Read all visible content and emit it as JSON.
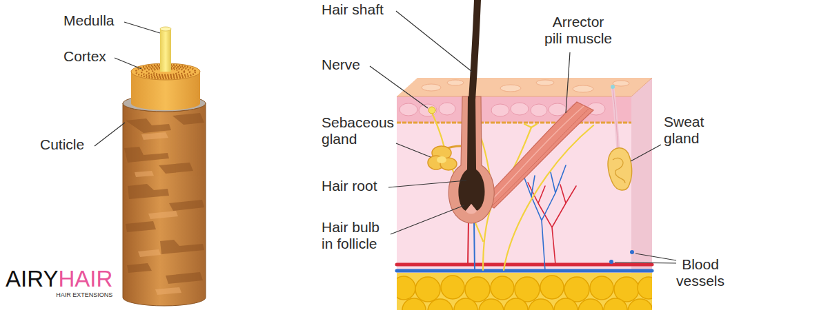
{
  "diagram": {
    "labels": [
      "Medulla",
      "Cortex",
      "Cuticle",
      "Hair shaft",
      "Nerve",
      "Sebaceous gland",
      "Hair root",
      "Hair bulb in follicle",
      "Arrector pili muscle",
      "Sweat gland",
      "Blood vessels",
      "AIRY",
      "HAIR",
      "HAIR EXTENSIONS"
    ]
  }
}
